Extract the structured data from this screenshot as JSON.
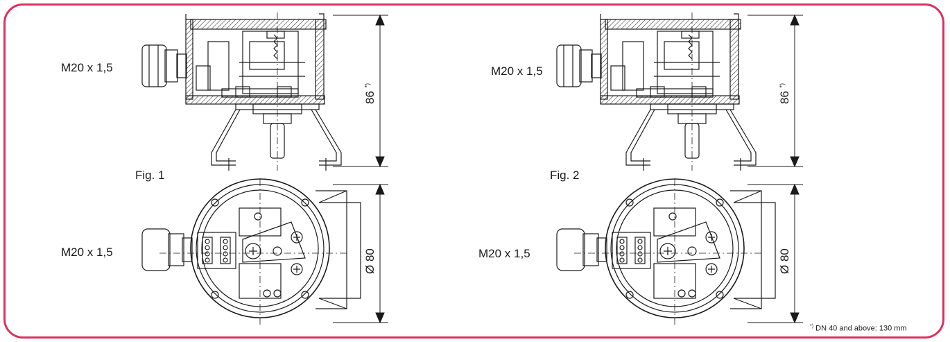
{
  "fig1": {
    "caption": "Fig. 1",
    "thread_top": "M20 x 1,5",
    "thread_bottom": "M20 x 1,5",
    "height_dim": "86",
    "height_mark": "*)",
    "diameter_dim": "Ø 80"
  },
  "fig2": {
    "caption": "Fig. 2",
    "thread_top": "M20 x 1,5",
    "thread_bottom": "M20 x 1,5",
    "height_dim": "86",
    "height_mark": "*)",
    "diameter_dim": "Ø 80"
  },
  "footnote": {
    "mark": "*)",
    "text": "DN 40 and above: 130 mm"
  },
  "colors": {
    "frame": "#d9325e",
    "ink": "#1a1a1a"
  }
}
